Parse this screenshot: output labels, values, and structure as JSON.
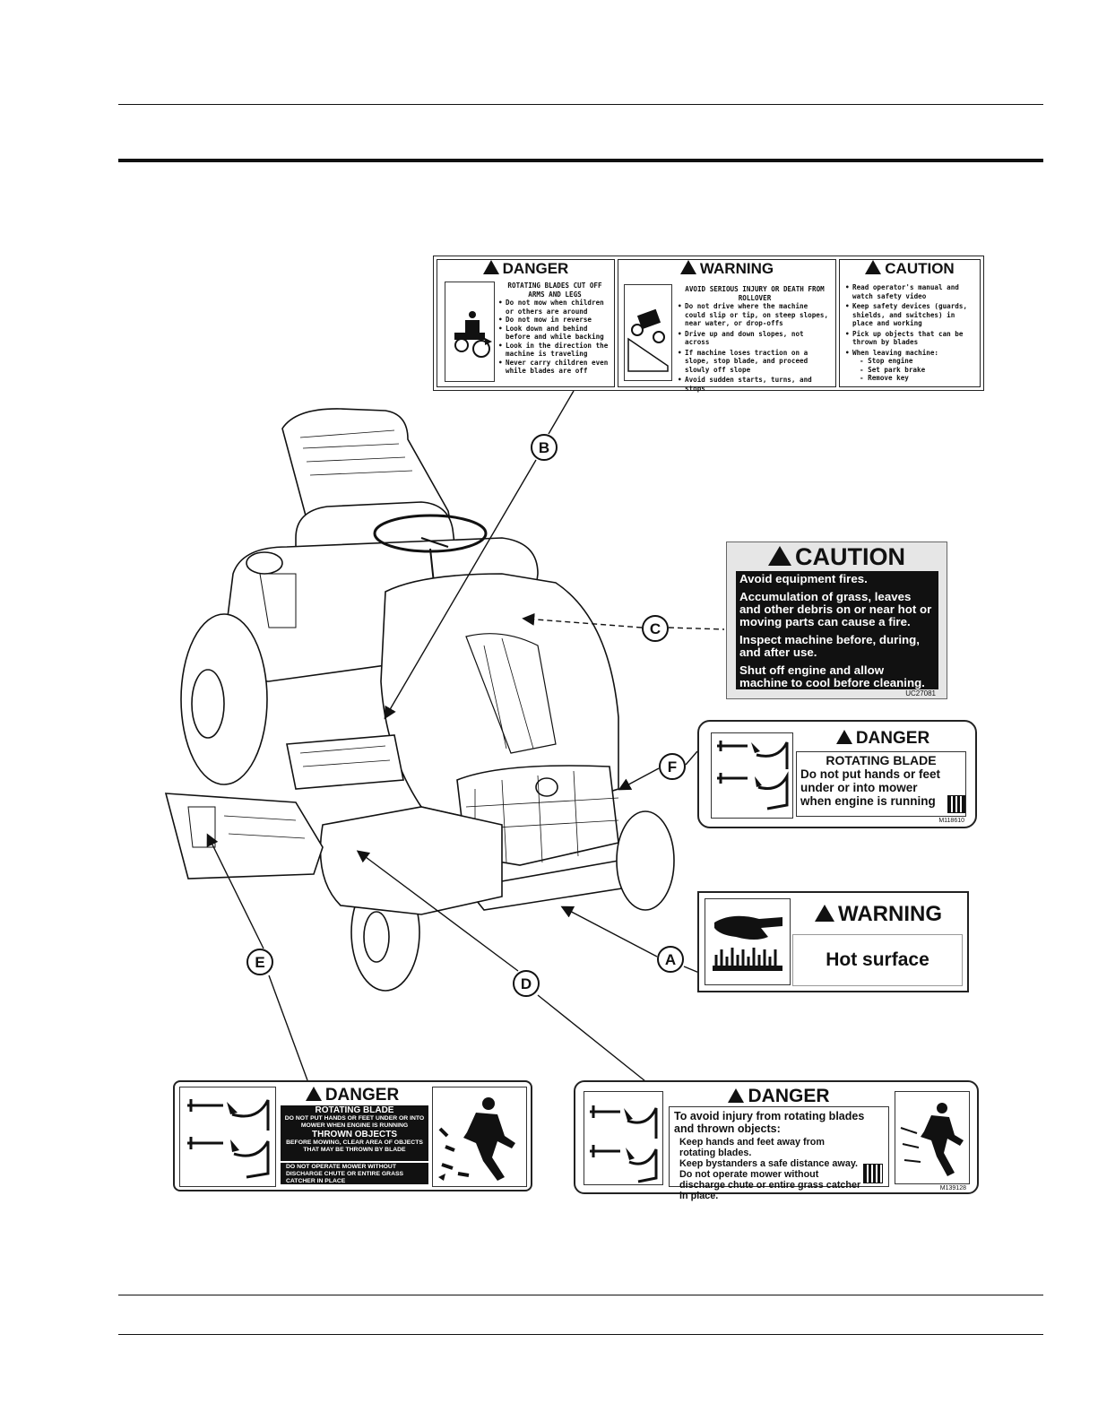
{
  "label_b": {
    "danger": {
      "signal": "DANGER",
      "headline": "ROTATING BLADES CUT OFF ARMS AND LEGS",
      "items": [
        "Do not mow when children or others are around",
        "Do not mow in reverse",
        "Look down and behind before and while backing",
        "Look in the direction the machine is traveling",
        "Never carry children even while blades are off"
      ]
    },
    "warning": {
      "signal": "WARNING",
      "headline": "AVOID SERIOUS INJURY OR DEATH FROM ROLLOVER",
      "items": [
        "Do not drive where the machine could slip or tip, on steep slopes, near water, or drop-offs",
        "Drive up and down slopes, not across",
        "If machine loses traction on a slope, stop blade, and proceed slowly off slope",
        "Avoid sudden starts, turns, and stops"
      ]
    },
    "caution": {
      "signal": "CAUTION",
      "items": [
        "Read operator's manual and watch safety video",
        "Keep safety devices (guards, shields, and switches) in place and working",
        "Pick up objects that can be thrown by blades",
        "When leaving machine:"
      ],
      "subitems": [
        "- Stop engine",
        "- Set park brake",
        "- Remove key"
      ]
    }
  },
  "label_c": {
    "signal": "CAUTION",
    "lines": [
      "Avoid equipment fires.",
      "Accumulation of grass, leaves and other debris on or near hot or moving parts can cause a fire.",
      "Inspect machine before, during, and after use.",
      "Shut off engine and allow machine to cool before cleaning."
    ],
    "code": "UC27081"
  },
  "label_f": {
    "signal": "DANGER",
    "title": "ROTATING BLADE",
    "text": "Do not put hands or feet under or into mower when engine is running",
    "code": "M118610"
  },
  "label_a": {
    "signal": "WARNING",
    "text": "Hot surface"
  },
  "label_e": {
    "signal": "DANGER",
    "title1": "ROTATING BLADE",
    "text1": "DO NOT PUT HANDS OR FEET UNDER OR INTO MOWER WHEN ENGINE IS RUNNING",
    "title2": "THROWN OBJECTS",
    "text2": "BEFORE MOWING, CLEAR AREA OF OBJECTS THAT MAY BE THROWN BY BLADE",
    "text3": "DO NOT OPERATE MOWER WITHOUT DISCHARGE CHUTE OR ENTIRE GRASS CATCHER IN PLACE"
  },
  "label_d": {
    "signal": "DANGER",
    "lead": "To avoid injury from rotating blades and thrown objects:",
    "lines": [
      "Keep hands and feet away from rotating blades.",
      "Keep bystanders a safe distance away.",
      "Do not operate mower without discharge chute or entire grass catcher in place."
    ],
    "code": "M139128"
  },
  "callouts": {
    "a": "A",
    "b": "B",
    "c": "C",
    "d": "D",
    "e": "E",
    "f": "F"
  }
}
